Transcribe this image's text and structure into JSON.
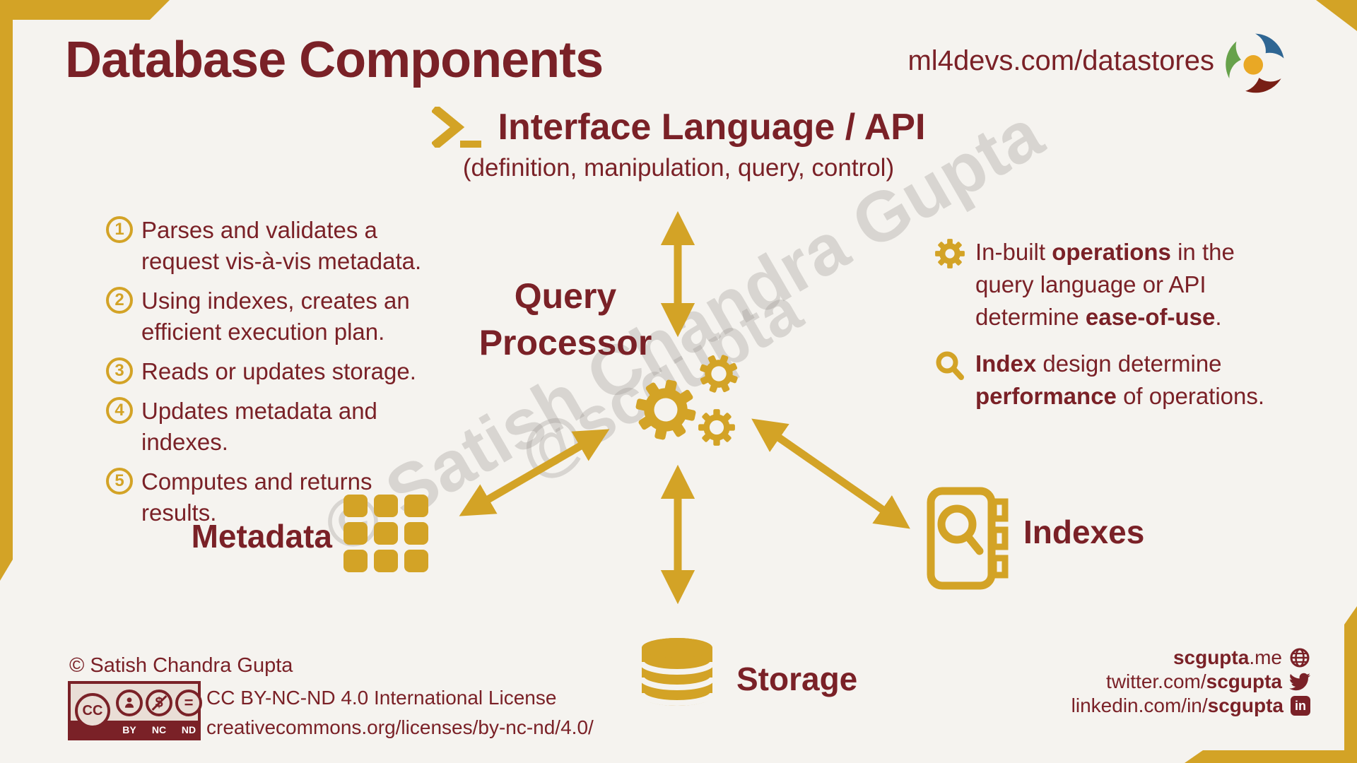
{
  "colors": {
    "gold": "#d3a326",
    "maroon": "#7a2127",
    "background": "#f5f3ef",
    "logo_green": "#67a24b",
    "logo_blue": "#2f6693",
    "logo_maroon": "#781f15"
  },
  "header": {
    "title": "Database Components",
    "url": "ml4devs.com/datastores"
  },
  "interface": {
    "heading": "Interface Language / API",
    "subtitle": "(definition, manipulation, query, control)"
  },
  "steps": [
    {
      "num": "1",
      "text": "Parses and validates a request vis-à-vis metadata."
    },
    {
      "num": "2",
      "text": "Using indexes, creates an efficient execution plan."
    },
    {
      "num": "3",
      "text": "Reads or updates storage."
    },
    {
      "num": "4",
      "text": "Updates metadata and indexes."
    },
    {
      "num": "5",
      "text": "Computes and returns results."
    }
  ],
  "center": {
    "label_line1": "Query",
    "label_line2": "Processor"
  },
  "nodes": {
    "metadata": "Metadata",
    "indexes": "Indexes",
    "storage": "Storage"
  },
  "insights": [
    {
      "icon": "gear-icon",
      "segments": [
        {
          "text": "In-built ",
          "bold": false
        },
        {
          "text": "operations",
          "bold": true
        },
        {
          "text": " in the query language or API determine ",
          "bold": false
        },
        {
          "text": "ease-of-use",
          "bold": true
        },
        {
          "text": ".",
          "bold": false
        }
      ]
    },
    {
      "icon": "magnifier-icon",
      "segments": [
        {
          "text": "Index",
          "bold": true
        },
        {
          "text": " design determine ",
          "bold": false
        },
        {
          "text": "performance",
          "bold": true
        },
        {
          "text": " of operations.",
          "bold": false
        }
      ]
    }
  ],
  "watermark": {
    "line1": "© Satish Chandra Gupta",
    "line2": "@scgupta"
  },
  "footer": {
    "copyright": "© Satish Chandra Gupta",
    "license_name": "CC BY-NC-ND 4.0 International License",
    "license_url": "creativecommons.org/licenses/by-nc-nd/4.0/",
    "cc_badge": {
      "cc": "CC",
      "by": "BY",
      "nc": "NC",
      "nd": "ND",
      "dollar": "$",
      "equals": "="
    },
    "links": [
      {
        "icon": "globe-icon",
        "segments": [
          {
            "text": "scgupta",
            "bold": true
          },
          {
            "text": ".me",
            "bold": false
          }
        ]
      },
      {
        "icon": "twitter-icon",
        "segments": [
          {
            "text": "twitter.com/",
            "bold": false
          },
          {
            "text": "scgupta",
            "bold": true
          }
        ]
      },
      {
        "icon": "linkedin-icon",
        "segments": [
          {
            "text": "linkedin.com/in/",
            "bold": false
          },
          {
            "text": "scgupta",
            "bold": true
          }
        ]
      }
    ]
  }
}
